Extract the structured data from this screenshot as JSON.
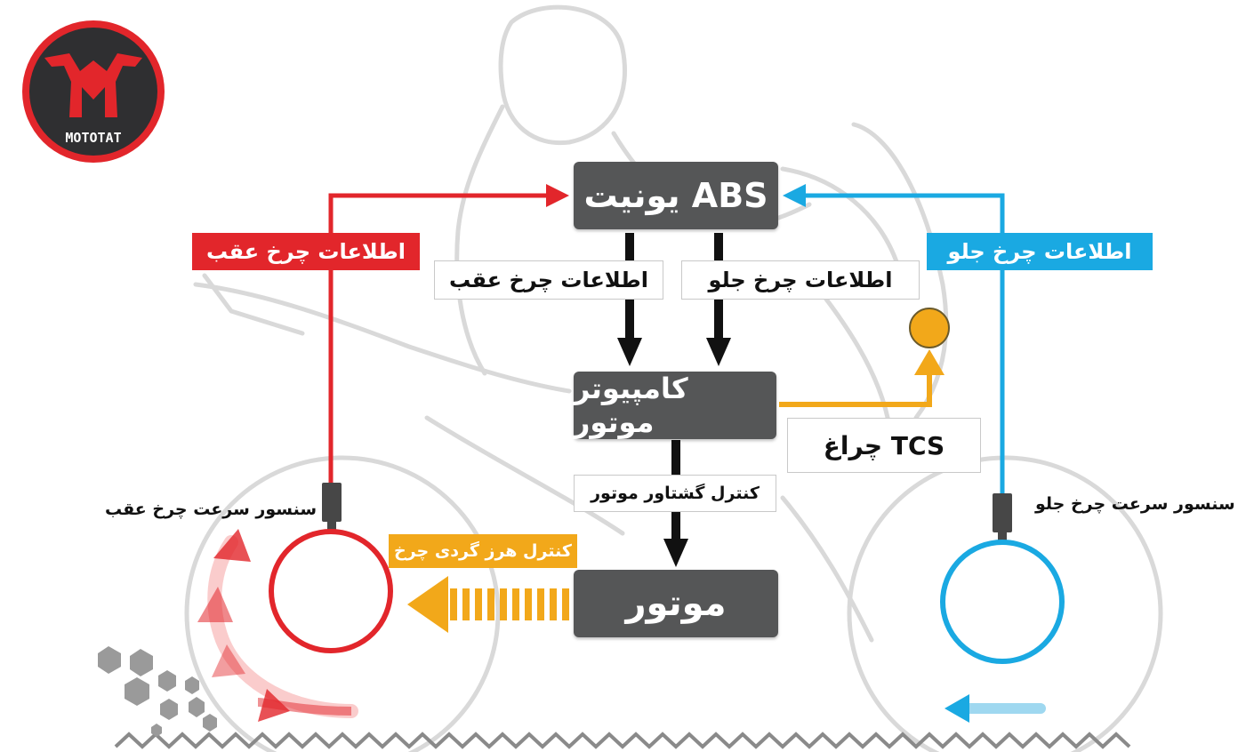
{
  "logo": {
    "text": "MOTOTAT",
    "colors": {
      "ring": "#e2262b",
      "fill": "#2f2f31",
      "mark": "#e2262b"
    }
  },
  "boxes": {
    "abs_unit": "یونیت ABS",
    "engine_computer": "کامپیوتر موتور",
    "engine": "موتور"
  },
  "labels": {
    "rear_wheel_info_left": "اطلاعات چرخ عقب",
    "front_wheel_info_right": "اطلاعات چرخ جلو",
    "rear_wheel_info_center": "اطلاعات چرخ عقب",
    "front_wheel_info_center": "اطلاعات چرخ جلو",
    "tcs_light": "چراغ TCS",
    "engine_torque_control": "کنترل گشتاور موتور",
    "wheel_spin_control": "کنترل هرز گردی چرخ",
    "rear_speed_sensor": "سنسور سرعت چرخ عقب",
    "front_speed_sensor": "سنسور سرعت چرخ جلو"
  },
  "colors": {
    "rear": "#e2262b",
    "front": "#1aa9e2",
    "tcs": "#f2a81a",
    "box": "#555657",
    "arrow": "#111111",
    "sketch": "#d9d9d9"
  }
}
